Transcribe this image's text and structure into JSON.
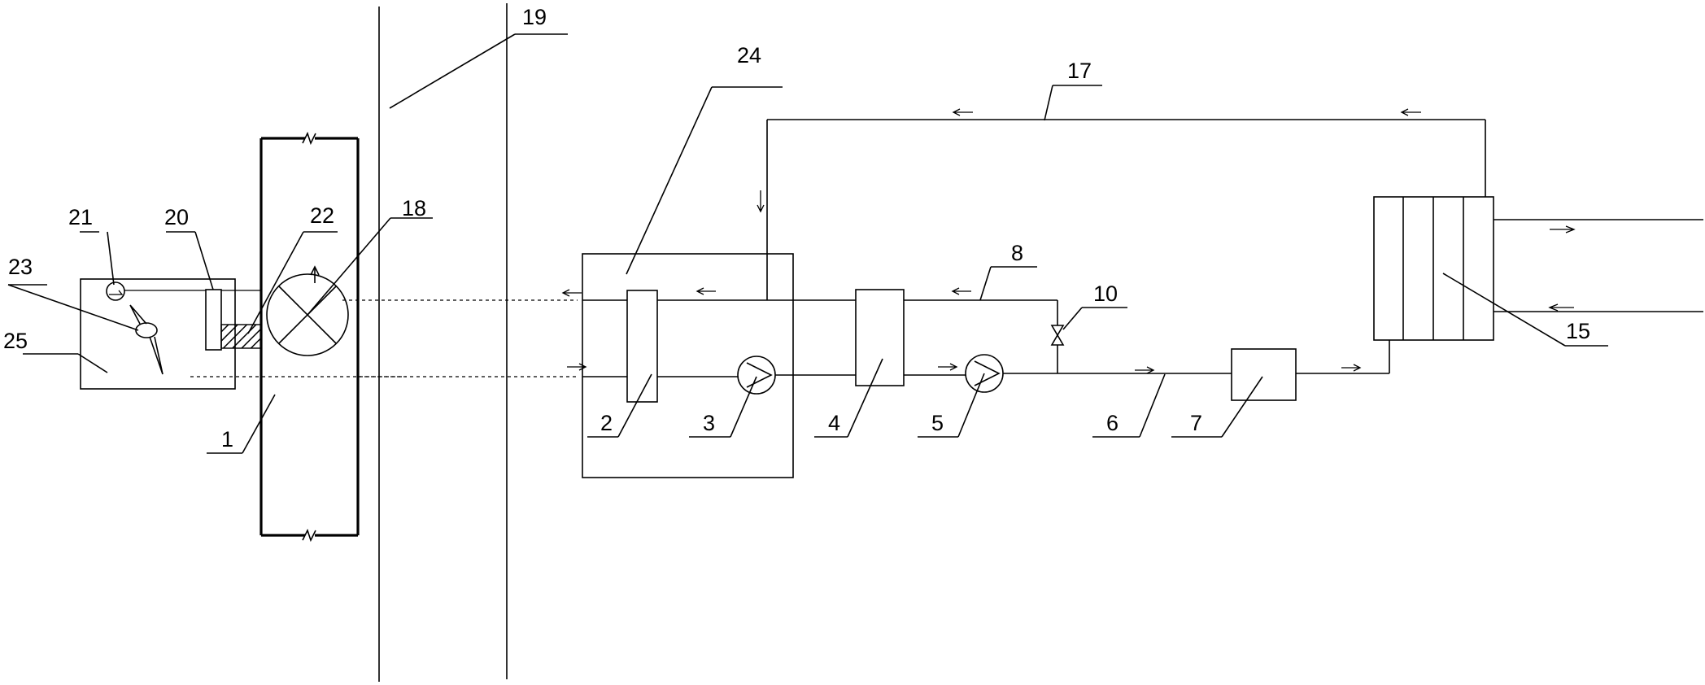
{
  "labels": {
    "l1": "1",
    "l2": "2",
    "l3": "3",
    "l4": "4",
    "l5": "5",
    "l6": "6",
    "l7": "7",
    "l8": "8",
    "l10": "10",
    "l15": "15",
    "l17": "17",
    "l18": "18",
    "l19": "19",
    "l20": "20",
    "l21": "21",
    "l22": "22",
    "l23": "23",
    "l24": "24",
    "l25": "25"
  }
}
